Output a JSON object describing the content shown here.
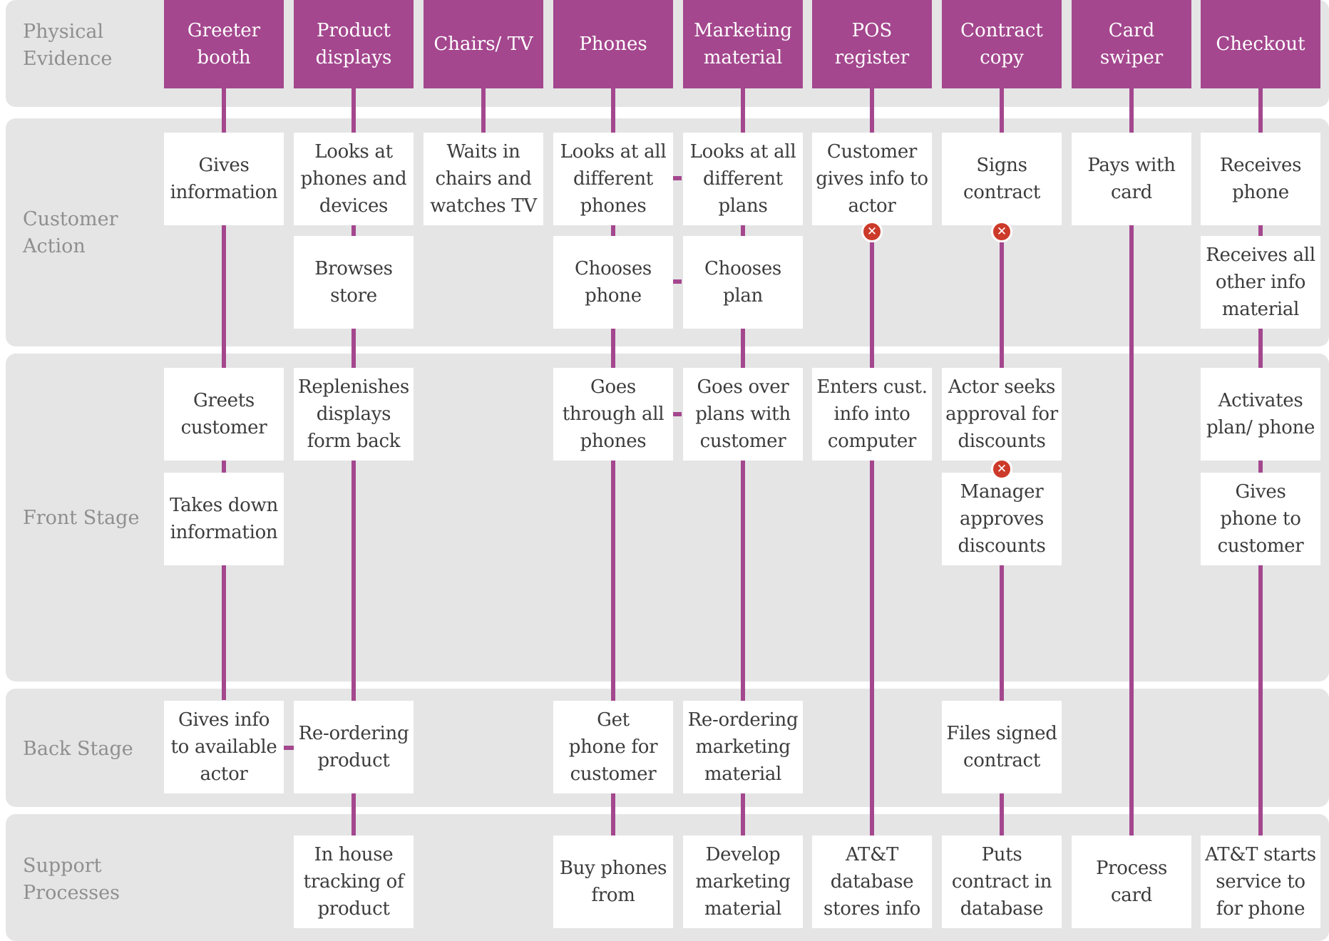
{
  "lanes": {
    "physical_evidence": "Physical\nEvidence",
    "customer_action": "Customer\nAction",
    "front_stage": "Front Stage",
    "back_stage": "Back Stage",
    "support_processes": "Support\nProcesses"
  },
  "colors": {
    "accent": "#a4478e",
    "band": "#e5e5e5",
    "fail_point": "#cc3a2a"
  },
  "failure_icon": "fail-point-icon",
  "columns": {
    "greeter": {
      "evidence": "Greeter\nbooth",
      "customer_1": "Gives\ninformation",
      "front_1": "Greets\ncustomer",
      "front_2": "Takes down\ninformation",
      "back": "Gives info\nto available\nactor"
    },
    "product": {
      "evidence": "Product\ndisplays",
      "customer_1": "Looks at\nphones and\ndevices",
      "customer_2": "Browses\nstore",
      "front_1": "Replenishes\ndisplays\nform back",
      "back": "Re-ordering\nproduct",
      "support": "In house\ntracking of\nproduct"
    },
    "chairs": {
      "evidence": "Chairs/ TV",
      "customer_1": "Waits in\nchairs and\nwatches TV"
    },
    "phones": {
      "evidence": "Phones",
      "customer_1": "Looks at all\ndifferent\nphones",
      "customer_2": "Chooses\nphone",
      "front_1": "Goes\nthrough all\nphones",
      "back": "Get\nphone for\ncustomer",
      "support": "Buy phones\nfrom"
    },
    "marketing": {
      "evidence": "Marketing\nmaterial",
      "customer_1": "Looks at all\ndifferent\nplans",
      "customer_2": "Chooses\nplan",
      "front_1": "Goes over\nplans with\ncustomer",
      "back": "Re-ordering\nmarketing\nmaterial",
      "support": "Develop\nmarketing\nmaterial"
    },
    "pos": {
      "evidence": "POS\nregister",
      "customer_1": "Customer\ngives info to\nactor",
      "front_1": "Enters cust.\ninfo into\ncomputer",
      "support": "AT&T\ndatabase\nstores info"
    },
    "contract": {
      "evidence": "Contract\ncopy",
      "customer_1": "Signs\ncontract",
      "front_1": "Actor seeks\napproval for\ndiscounts",
      "front_2": "Manager\napproves\ndiscounts",
      "back": "Files signed\ncontract",
      "support": "Puts\ncontract in\ndatabase"
    },
    "card": {
      "evidence": "Card\nswiper",
      "customer_1": "Pays with\ncard",
      "support": "Process\ncard"
    },
    "checkout": {
      "evidence": "Checkout",
      "customer_1": "Receives\nphone",
      "customer_2": "Receives all\nother info\nmaterial",
      "front_1": "Activates\nplan/ phone",
      "front_2": "Gives\nphone to\ncustomer",
      "support": "AT&T starts\nservice to\nfor phone"
    }
  }
}
